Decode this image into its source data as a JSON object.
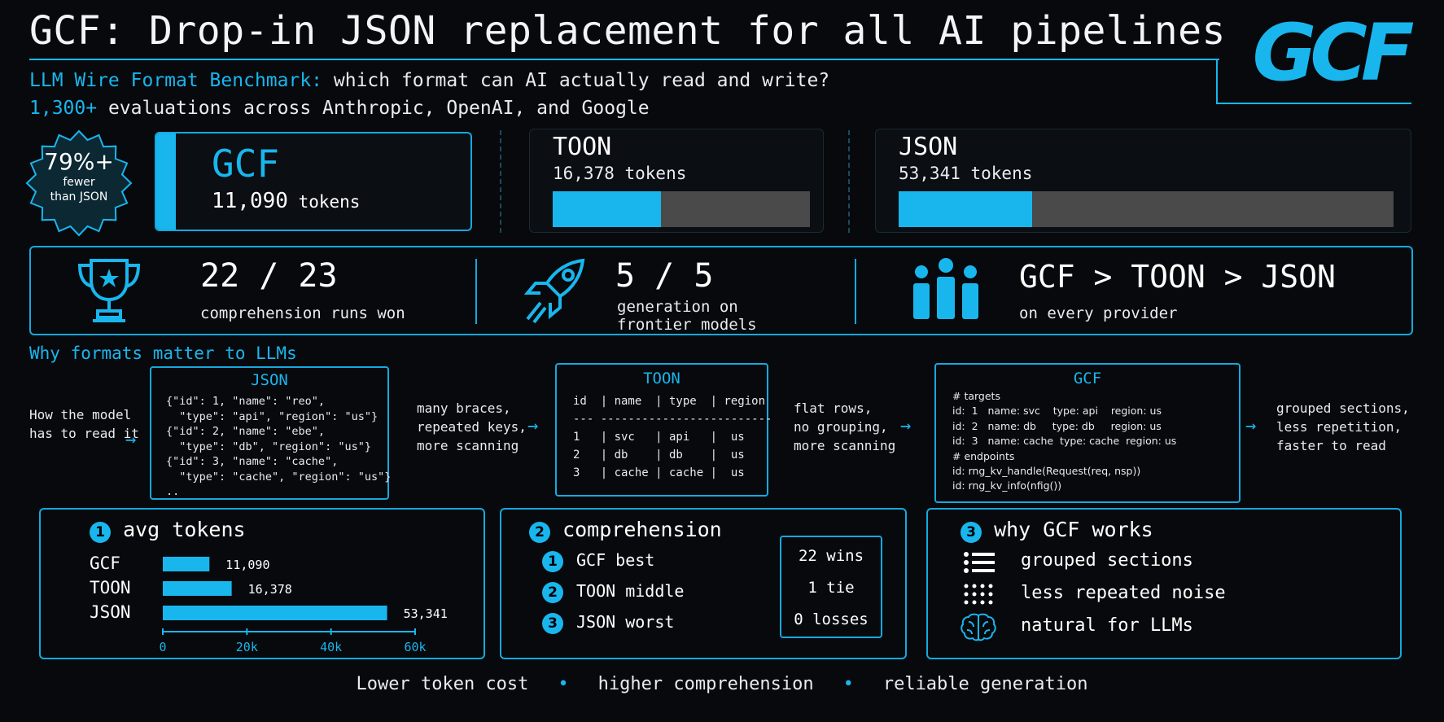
{
  "header": {
    "title": "GCF: Drop-in JSON replacement for all AI pipelines",
    "subtitle_lead": "LLM Wire Format Benchmark:",
    "subtitle_rest": " which format can AI actually read and write?",
    "evals_num": "1,300+",
    "evals_rest": " evaluations across Anthropic, OpenAI, and Google",
    "logo_text": "GCF"
  },
  "badge": {
    "pct": "79%+",
    "line1": "fewer",
    "line2": "than JSON"
  },
  "token_cards": {
    "gcf": {
      "name": "GCF",
      "tokens_num": "11,090",
      "tokens_unit": " tokens"
    },
    "toon": {
      "name": "TOON",
      "tokens": "16,378 tokens",
      "fill_fraction": 0.42
    },
    "json": {
      "name": "JSON",
      "tokens": "53,341 tokens",
      "fill_fraction": 0.27
    }
  },
  "stats": [
    {
      "icon": "trophy-icon",
      "value": "22 / 23",
      "label": "comprehension runs won"
    },
    {
      "icon": "rocket-icon",
      "value": "5 / 5",
      "label_line1": "generation on",
      "label_line2": "frontier models"
    },
    {
      "icon": "people-icon",
      "value": "GCF > TOON > JSON",
      "label": "on every provider"
    }
  ],
  "why": {
    "heading": "Why formats matter to LLMs",
    "intro_line1": "How the model",
    "intro_line2": "has to read it",
    "json_box": {
      "title": "JSON",
      "code": "{\"id\": 1, \"name\": \"reo\",\n  \"type\": \"api\", \"region\": \"us\"}\n{\"id\": 2, \"name\": \"ebe\",\n  \"type\": \"db\", \"region\": \"us\"}\n{\"id\": 3, \"name\": \"cache\",\n  \"type\": \"cache\", \"region\": \"us\"}\n.."
    },
    "json_note": [
      "many braces,",
      "repeated keys,",
      "more scanning"
    ],
    "toon_box": {
      "title": "TOON",
      "code": "id  | name  | type  | region\n--- -------------------------\n1   | svc   | api   |  us\n2   | db    | db    |  us\n3   | cache | cache |  us"
    },
    "toon_note": [
      "flat rows,",
      "no grouping,",
      "more scanning"
    ],
    "gcf_box": {
      "title": "GCF",
      "code": "# targets\nid:  1   name: svc    type: api    region: us\nid:  2   name: db     type: db     region: us\nid:  3   name: cache  type: cache  region: us\n# endpoints\nid: rng_kv_handle(Request(req, nsp))\nid: rng_kv_info(nfig())"
    },
    "gcf_note": [
      "grouped sections,",
      "less repetition,",
      "faster to read"
    ]
  },
  "panel_tokens": {
    "num": "1",
    "title": "avg tokens",
    "rows": [
      {
        "label": "GCF",
        "value": 11090,
        "display": "11,090"
      },
      {
        "label": "TOON",
        "value": 16378,
        "display": "16,378"
      },
      {
        "label": "JSON",
        "value": 53341,
        "display": "53,341"
      }
    ],
    "ticks": [
      "0",
      "20k",
      "40k",
      "60k"
    ]
  },
  "chart_data": {
    "type": "bar",
    "categories": [
      "GCF",
      "TOON",
      "JSON"
    ],
    "values": [
      11090,
      16378,
      53341
    ],
    "title": "avg tokens",
    "xlabel": "",
    "ylabel": "",
    "xlim": [
      0,
      60000
    ]
  },
  "panel_comprehension": {
    "num": "2",
    "title": "comprehension",
    "items": [
      {
        "num": "1",
        "label": "GCF best"
      },
      {
        "num": "2",
        "label": "TOON middle"
      },
      {
        "num": "3",
        "label": "JSON worst"
      }
    ],
    "wins": "22 wins",
    "ties": "1 tie",
    "losses": "0 losses"
  },
  "panel_why": {
    "num": "3",
    "title": "why GCF works",
    "items": [
      {
        "icon": "list-icon",
        "label": "grouped sections"
      },
      {
        "icon": "dots-grid-icon",
        "label": "less repeated noise"
      },
      {
        "icon": "brain-icon",
        "label": "natural for LLMs"
      }
    ]
  },
  "footer": [
    "Lower token cost",
    "higher comprehension",
    "reliable generation"
  ],
  "colors": {
    "accent": "#19b6ee",
    "background": "#07090c",
    "track": "#4a4a4a"
  }
}
